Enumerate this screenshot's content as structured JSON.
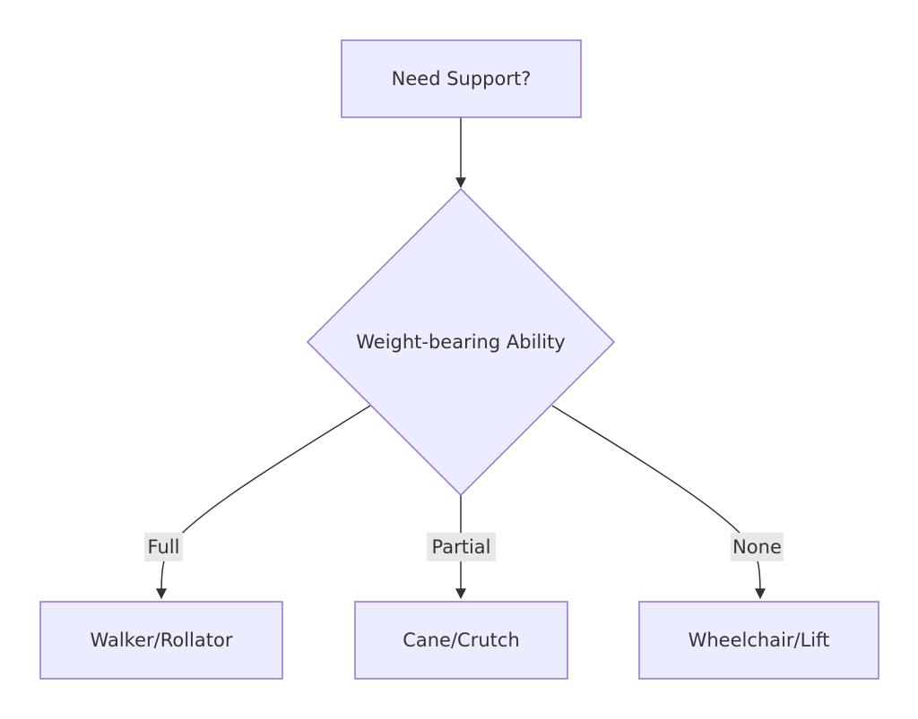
{
  "nodes": {
    "start": {
      "label": "Need Support?"
    },
    "decision": {
      "label": "Weight-bearing Ability"
    },
    "walker": {
      "label": "Walker/Rollator"
    },
    "cane": {
      "label": "Cane/Crutch"
    },
    "wheelchair": {
      "label": "Wheelchair/Lift"
    }
  },
  "edges": {
    "full": {
      "label": "Full"
    },
    "partial": {
      "label": "Partial"
    },
    "none": {
      "label": "None"
    }
  },
  "colors": {
    "node_fill": "#ececff",
    "node_stroke": "#9370db",
    "edge_stroke": "#333333",
    "label_background": "#e8e8e8",
    "text": "#333333"
  }
}
